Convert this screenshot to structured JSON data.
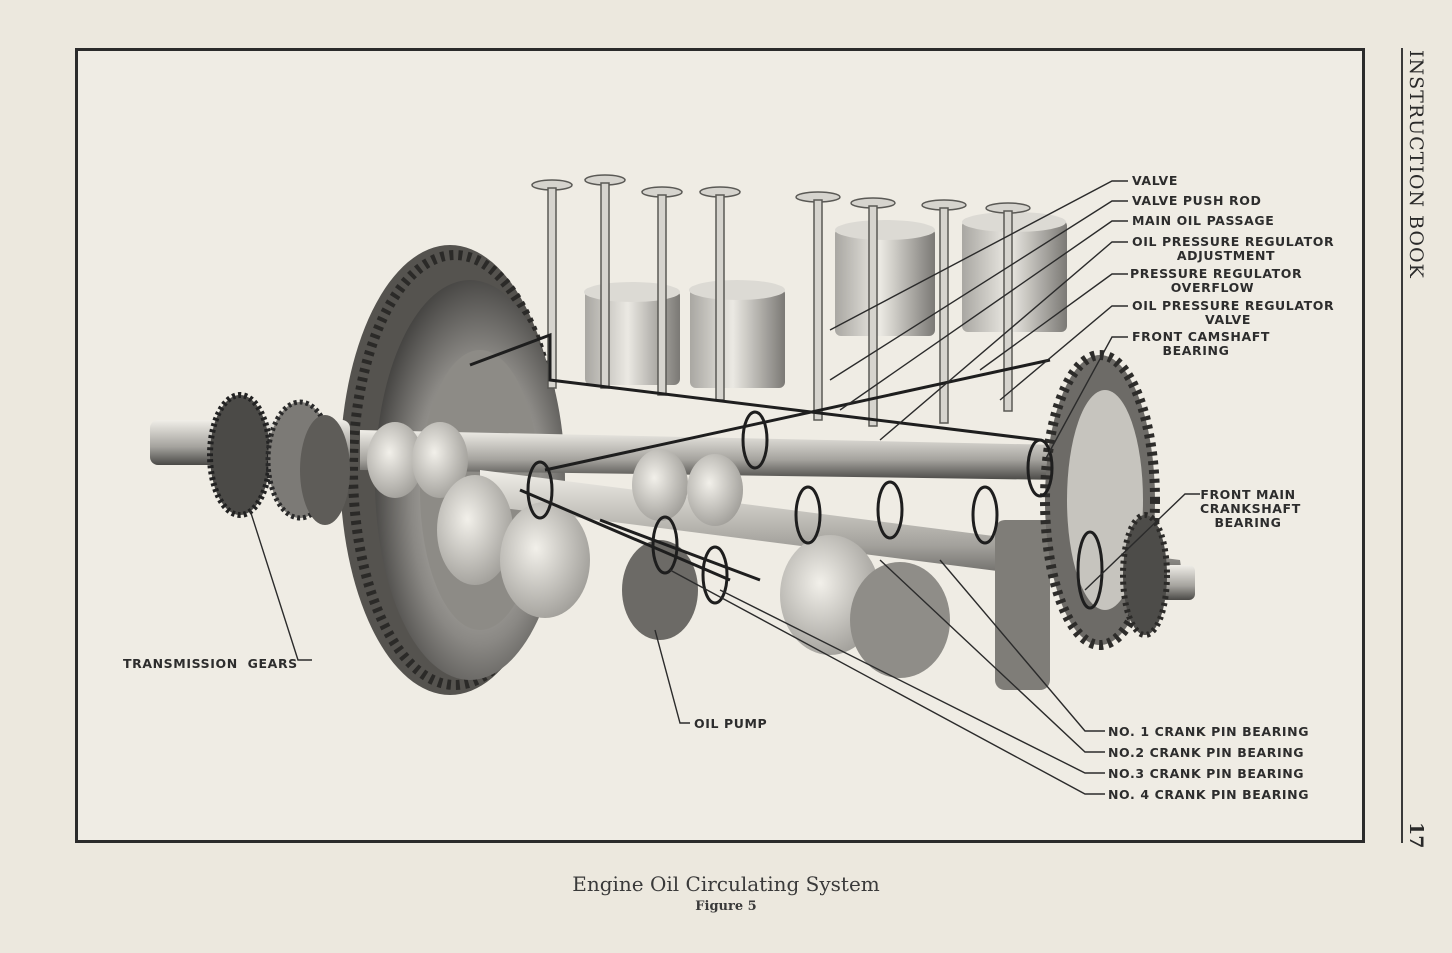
{
  "page": {
    "running_head": "INSTRUCTION BOOK",
    "page_number": "17"
  },
  "figure": {
    "caption": "Engine Oil Circulating System",
    "figure_number": "Figure 5"
  },
  "labels": {
    "valve": "VALVE",
    "valve_push_rod": "VALVE PUSH ROD",
    "main_oil_passage": "MAIN OIL PASSAGE",
    "oil_pressure_regulator_adjustment": [
      "OIL PRESSURE REGULATOR",
      "ADJUSTMENT"
    ],
    "pressure_regulator_overflow": [
      "PRESSURE REGULATOR",
      "OVERFLOW"
    ],
    "oil_pressure_regulator_valve": [
      "OIL PRESSURE REGULATOR",
      "VALVE"
    ],
    "front_camshaft_bearing": [
      "FRONT CAMSHAFT",
      "BEARING"
    ],
    "front_main_crankshaft_bearing": [
      "FRONT MAIN",
      "CRANKSHAFT",
      "BEARING"
    ],
    "transmission_gears": "TRANSMISSION  GEARS",
    "oil_pump": "OIL PUMP",
    "crank_pin_bearings": [
      "NO. 1 CRANK PIN BEARING",
      "NO.2 CRANK PIN BEARING",
      "NO.3 CRANK PIN BEARING",
      "NO. 4 CRANK PIN BEARING"
    ]
  },
  "colors": {
    "paper": "#ece8de",
    "ink": "#2b2b2b"
  }
}
